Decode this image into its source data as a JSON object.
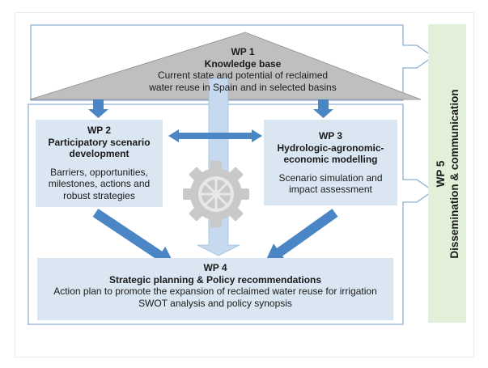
{
  "colors": {
    "roof_fill": "#bfbfbf",
    "box_fill": "#dae6f2",
    "arrow_blue": "#4a86c5",
    "gear": "#c9c9c9",
    "wp5_fill": "#e2efd9",
    "outline": "#8eaed2"
  },
  "wp1": {
    "title": "WP 1",
    "subtitle": "Knowledge base",
    "line1": "Current state and potential of reclaimed",
    "line2": "water reuse in Spain and in selected basins"
  },
  "wp2": {
    "title": "WP 2",
    "subtitle_line1": "Participatory scenario",
    "subtitle_line2": "development",
    "body_line1": "Barriers, opportunities,",
    "body_line2": "milestones, actions and",
    "body_line3": "robust strategies"
  },
  "wp3": {
    "title": "WP 3",
    "subtitle_line1": "Hydrologic-agronomic-",
    "subtitle_line2": "economic modelling",
    "body_line1": "Scenario simulation and",
    "body_line2": "impact assessment"
  },
  "wp4": {
    "title": "WP 4",
    "subtitle": "Strategic planning  & Policy recommendations",
    "body_line1": "Action plan to promote the expansion of reclaimed water reuse for irrigation",
    "body_line2": "SWOT analysis and policy synopsis"
  },
  "wp5": {
    "title": "WP 5",
    "subtitle": "Dissemination & communication"
  },
  "icons": {
    "gear": "gear-icon"
  }
}
